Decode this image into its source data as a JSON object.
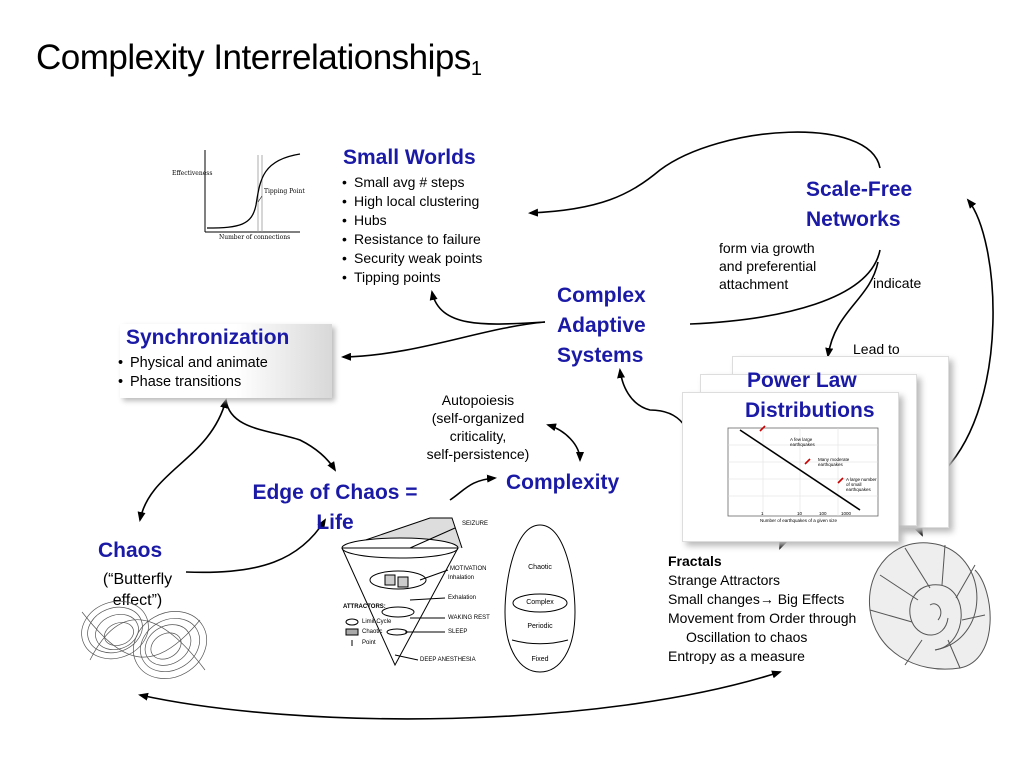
{
  "title": {
    "text": "Complexity Interrelationships",
    "subscript": "1"
  },
  "small_worlds": {
    "heading": "Small Worlds",
    "items": [
      "Small avg #  steps",
      "High local clustering",
      "Hubs",
      "Resistance to failure",
      "Security weak points",
      "Tipping points"
    ]
  },
  "tipping_chart": {
    "ylabel": "Effectiveness",
    "xlabel": "Number of connections",
    "annotation": "Tipping Point"
  },
  "scale_free": {
    "line1": "Scale-Free",
    "line2": "Networks"
  },
  "form_via": {
    "line1": "form via growth",
    "line2": "and preferential",
    "line3": "attachment"
  },
  "indicate": "indicate",
  "lead_to": "Lead to",
  "cas": {
    "line1": "Complex",
    "line2": "Adaptive",
    "line3": "Systems"
  },
  "synchronization": {
    "heading": "Synchronization",
    "items": [
      "Physical and animate",
      "Phase transitions"
    ]
  },
  "power_law": {
    "line1": "Power Law",
    "line2": "Distributions",
    "chart_labels": {
      "a": "A few large earthquakes",
      "b": "Many moderate earthquakes",
      "c": "A large number of small earthquakes",
      "xlabel": "Number of earthquakes of a given size"
    },
    "xticks": [
      "1",
      "10",
      "100",
      "1000"
    ]
  },
  "autopoiesis": {
    "line1": "Autopoiesis",
    "line2": "(self-organized",
    "line3": "criticality,",
    "line4": "self-persistence)"
  },
  "complexity": "Complexity",
  "edge_of_chaos": {
    "line1": "Edge of Chaos =",
    "line2": "Life"
  },
  "chaos": {
    "heading": "Chaos",
    "line1": "(“Butterfly",
    "line2": "effect”)"
  },
  "fractals": {
    "heading": "Fractals",
    "lines": [
      "Strange Attractors",
      "Small changes→ Big Effects",
      "Movement from Order through",
      "Oscillation to chaos",
      "Entropy as a measure"
    ]
  },
  "cone": {
    "labels": [
      "SEIZURE",
      "MOTIVATION",
      "Inhalation",
      "Exhalation",
      "WAKING REST",
      "SLEEP",
      "DEEP ANESTHESIA"
    ],
    "legend_title": "ATTRACTORS:",
    "legend": [
      "Limit Cycle",
      "Chaotic",
      "Point"
    ]
  },
  "egg": {
    "labels": [
      "Chaotic",
      "Complex",
      "Periodic",
      "Fixed"
    ]
  },
  "colors": {
    "heading_blue": "#1a1aa6"
  }
}
